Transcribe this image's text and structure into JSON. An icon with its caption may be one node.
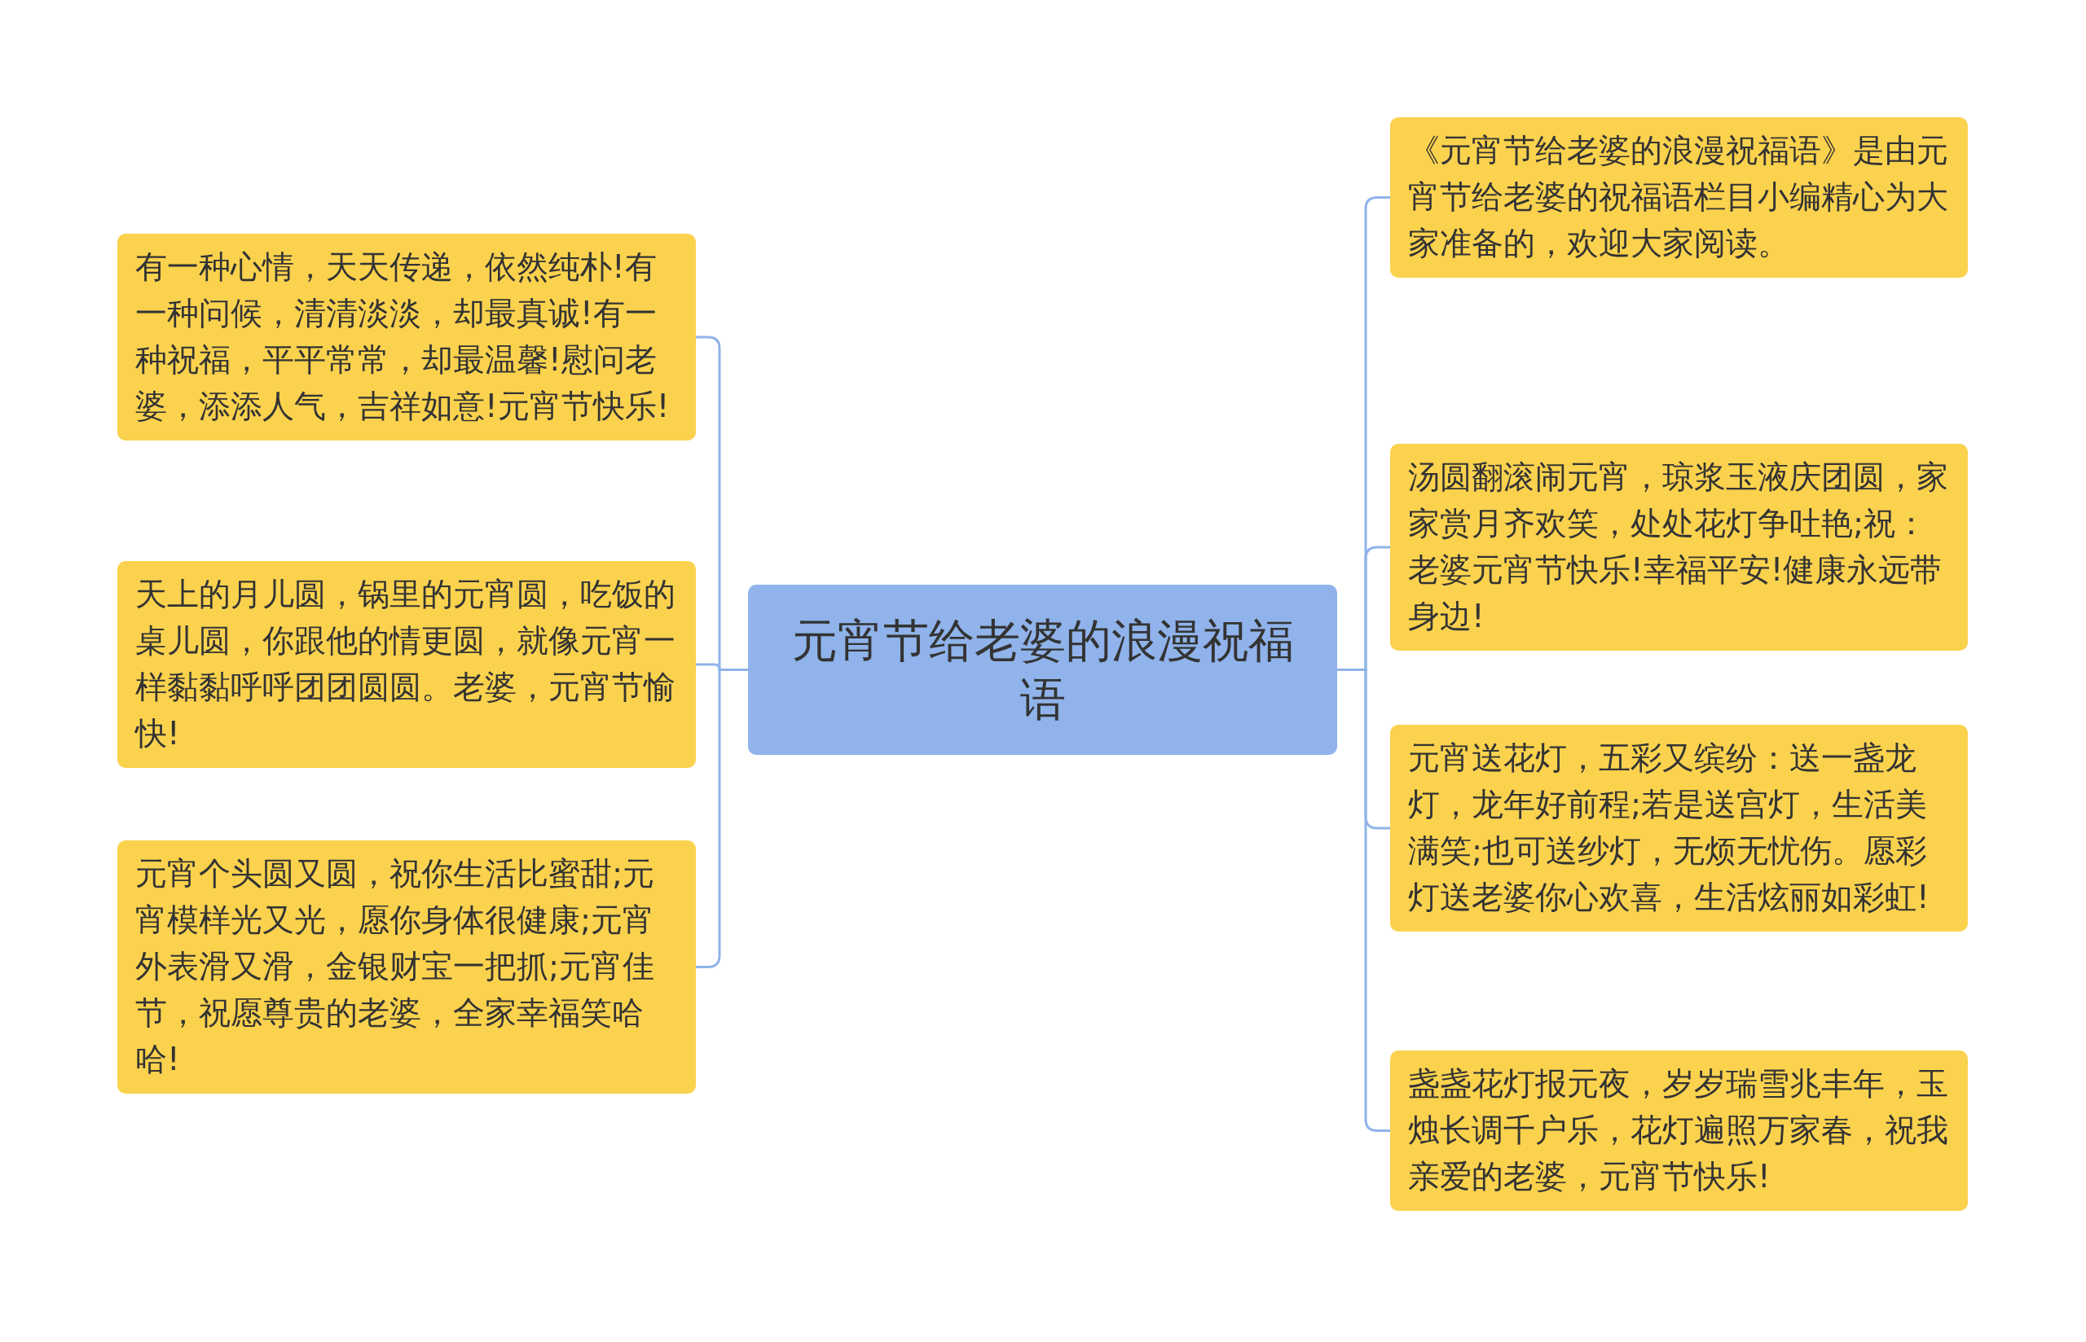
{
  "diagram": {
    "nodes": [
      {
        "text": [
          "元宵节给老婆的浪漫祝福语"
        ]
      },
      {
        "text": [
          "有一种心情，天天传递，依然纯朴!有一种问候，清清淡淡，却最真诚!有一种祝福，平平常常，却最温馨!慰问老婆，添添人气，吉祥如意!元宵节快乐!"
        ]
      },
      {
        "text": [
          "天上的月儿圆，锅里的元宵圆，吃饭的桌儿圆，你跟他的情更圆，就像元宵一样黏黏呼呼团团圆圆。老婆，元宵节愉快!"
        ]
      },
      {
        "text": [
          "元宵个头圆又圆，祝你生活比蜜甜;元宵模样光又光，愿你身体很健康;元宵外表滑又滑，金银财宝一把抓;元宵佳节，祝愿尊贵的老婆，全家幸福笑哈哈!"
        ]
      },
      {
        "text": [
          "《元宵节给老婆的浪漫祝福语》是由元宵节给老婆的祝福语栏目小编精心为大家准备的，欢迎大家阅读。"
        ]
      },
      {
        "text": [
          "汤圆翻滚闹元宵，琼浆玉液庆团圆，家家赏月齐欢笑，处处花灯争吐艳;祝：老婆元宵节快乐!幸福平安!健康永远带身边!"
        ]
      },
      {
        "text": [
          "元宵送花灯，五彩又缤纷：送一盏龙灯，龙年好前程;若是送宫灯，生活美满笑;也可送纱灯，无烦无忧伤。愿彩灯送老婆你心欢喜，生活炫丽如彩虹!"
        ]
      },
      {
        "text": [
          "盏盏花灯报元夜，岁岁瑞雪兆丰年，玉烛长调千户乐，花灯遍照万家春，祝我亲爱的老婆，元宵节快乐!"
        ]
      }
    ],
    "edges": [
      {
        "from": 0,
        "to": 1,
        "arrow": "none"
      },
      {
        "from": 0,
        "to": 2,
        "arrow": "none"
      },
      {
        "from": 0,
        "to": 3,
        "arrow": "none"
      },
      {
        "from": 0,
        "to": 4,
        "arrow": "none"
      },
      {
        "from": 0,
        "to": 5,
        "arrow": "none"
      },
      {
        "from": 0,
        "to": 6,
        "arrow": "none"
      },
      {
        "from": 0,
        "to": 7,
        "arrow": "none"
      }
    ]
  }
}
